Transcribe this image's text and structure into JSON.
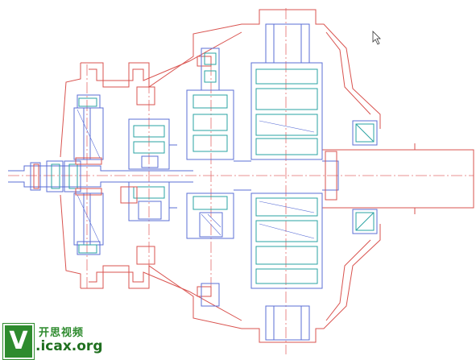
{
  "watermark": {
    "logo_letter": "V",
    "chinese_text": "开思视频",
    "url": ".icax.org"
  },
  "colors": {
    "housing": "#d9534f",
    "parts": "#5b6fd6",
    "bearings": "#2aa3a3",
    "centerline": "#e36d6d",
    "watermark": "#2e8b2e"
  },
  "icons": {
    "cursor": "cursor-arrow-icon"
  }
}
